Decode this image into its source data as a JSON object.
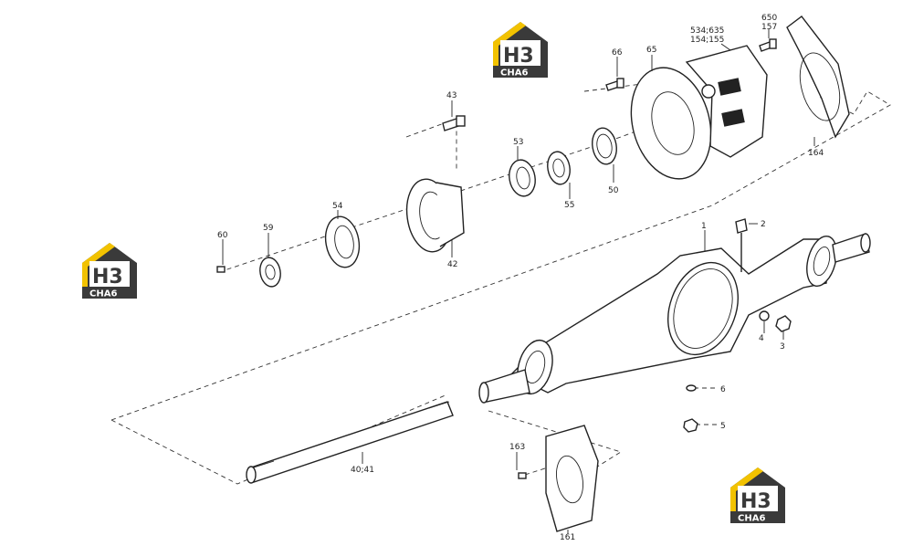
{
  "logo": {
    "mark": "H3",
    "caption": "CHA6",
    "colors": {
      "roof": "#f2c200",
      "dark": "#3a3a3a",
      "caption_text": "#ffffff"
    }
  },
  "labels": {
    "p1": "1",
    "p2": "2",
    "p3": "3",
    "p4": "4",
    "p5": "5",
    "p6": "6",
    "p40_41": "40;41",
    "p42": "42",
    "p43": "43",
    "p50": "50",
    "p53": "53",
    "p54": "54",
    "p55": "55",
    "p59": "59",
    "p60": "60",
    "p65": "65",
    "p66": "66",
    "p534_635": "534;635",
    "p154_155": "154;155",
    "p650": "650",
    "p157": "157",
    "p164": "164",
    "p161": "161",
    "p163": "163"
  }
}
